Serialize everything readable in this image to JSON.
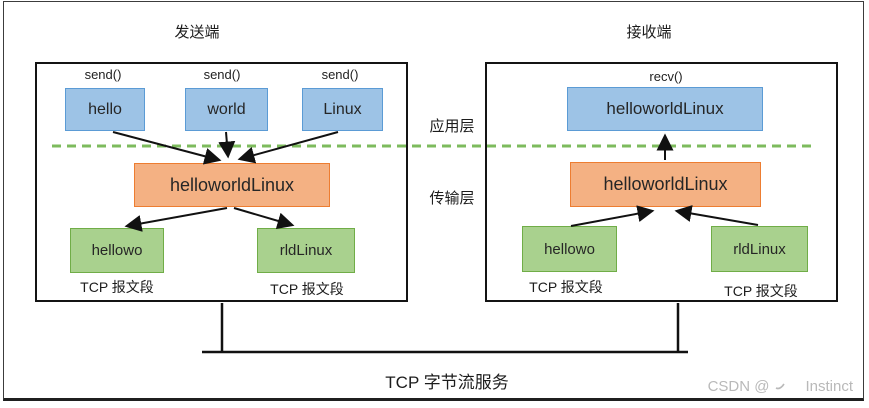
{
  "titles": {
    "sender": "发送端",
    "receiver": "接收端"
  },
  "layer_labels": {
    "application": "应用层",
    "transport": "传输层"
  },
  "sender_panel": {
    "send_calls": [
      "send()",
      "send()",
      "send()"
    ],
    "app_data": [
      "hello",
      "world",
      "Linux"
    ],
    "transport_data": "helloworldLinux",
    "segments": [
      {
        "data": "hellowo",
        "caption": "TCP 报文段"
      },
      {
        "data": "rldLinux",
        "caption": "TCP 报文段"
      }
    ]
  },
  "receiver_panel": {
    "recv_call": "recv()",
    "app_data": "helloworldLinux",
    "transport_data": "helloworldLinux",
    "segments": [
      {
        "data": "hellowo",
        "caption": "TCP 报文段"
      },
      {
        "data": "rldLinux",
        "caption": "TCP 报文段"
      }
    ]
  },
  "footer": {
    "service_label": "TCP 字节流服务"
  },
  "watermark": {
    "prefix": "CSDN @",
    "name": "Instinct"
  },
  "colors": {
    "app_box_fill": "#9DC3E6",
    "app_box_border": "#5B9BD5",
    "transport_box_fill": "#F4B183",
    "transport_box_border": "#ED7D31",
    "segment_box_fill": "#A9D18E",
    "segment_box_border": "#70AD47",
    "layer_divider": "#7DBB5D",
    "connector_line": "#111111",
    "watermark_text": "#B9B9B9"
  }
}
